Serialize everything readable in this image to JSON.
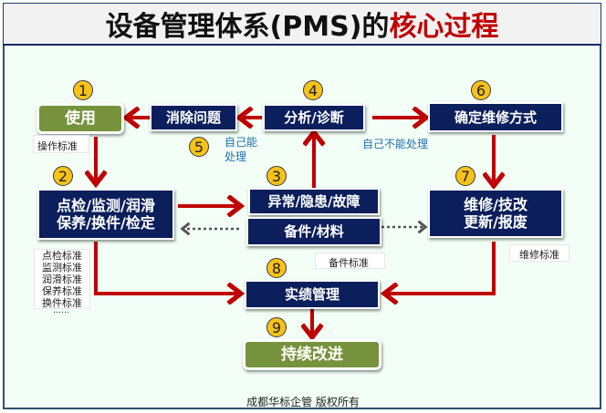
{
  "title": {
    "main": "设备管理体系(PMS)的",
    "highlight": "核心过程"
  },
  "colors": {
    "navy": "#0b1f5c",
    "green": "#76923c",
    "arrow_red": "#c00000",
    "badge_yellow": "#f7c21a",
    "note_blue": "#1f6fb2"
  },
  "steps": {
    "s1": {
      "num": "1",
      "label": "使用"
    },
    "s2": {
      "num": "2",
      "line1": "点检/监测/润滑",
      "line2": "保养/换件/检定"
    },
    "s3": {
      "num": "3",
      "top": "异常/隐患/故障",
      "bottom": "备件/材料"
    },
    "s4": {
      "num": "4",
      "label": "分析/诊断"
    },
    "s5": {
      "num": "5",
      "label": "消除问题"
    },
    "s6": {
      "num": "6",
      "label": "确定维修方式"
    },
    "s7": {
      "num": "7",
      "line1": "维修/技改",
      "line2": "更新/报废"
    },
    "s8": {
      "num": "8",
      "label": "实绩管理"
    },
    "s9": {
      "num": "9",
      "label": "持续改进"
    }
  },
  "notes": {
    "operation_standard": "操作标准",
    "standards_list": [
      "点检标准",
      "监测标准",
      "润滑标准",
      "保养标准",
      "换件标准",
      "……"
    ],
    "spare_standard": "备件标准",
    "repair_standard": "维修标准",
    "self_handle_line1": "自己能",
    "self_handle_line2": "处理",
    "cannot_self_handle": "自己不能处理"
  },
  "footer": "成都华标企管   版权所有"
}
